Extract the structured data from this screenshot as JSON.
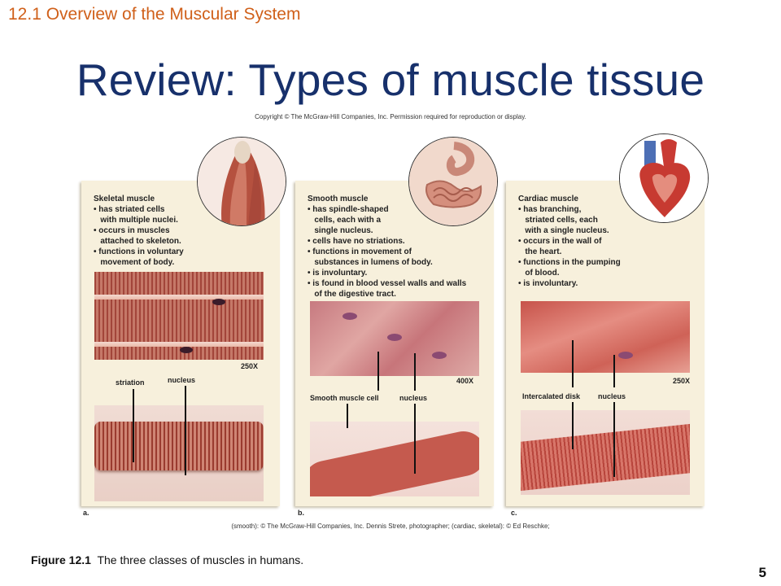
{
  "header": {
    "section": "12.1 Overview of the Muscular System",
    "title": "Review: Types of muscle tissue",
    "copyright": "Copyright © The McGraw-Hill Companies, Inc. Permission required for reproduction or display."
  },
  "panels": {
    "skeletal": {
      "text": "Skeletal muscle\n• has striated cells\n   with multiple nuclei.\n• occurs in muscles\n   attached to skeleton.\n• functions in voluntary\n   movement of body.",
      "magnification": "250X",
      "labels": [
        "striation",
        "nucleus"
      ],
      "letter": "a."
    },
    "smooth": {
      "text": "Smooth muscle\n• has spindle-shaped\n   cells, each with a\n   single nucleus.\n• cells have no striations.\n• functions in movement of\n   substances in lumens of body.\n• is involuntary.\n• is found in blood vessel walls and walls\n   of the digestive tract.",
      "magnification": "400X",
      "labels": [
        "Smooth muscle cell",
        "nucleus"
      ],
      "letter": "b."
    },
    "cardiac": {
      "text": "Cardiac muscle\n• has branching,\n   striated cells, each\n   with a single nucleus.\n• occurs in the wall of\n   the heart.\n• functions in the pumping\n   of blood.\n• is involuntary.",
      "magnification": "250X",
      "labels": [
        "Intercalated disk",
        "nucleus"
      ],
      "letter": "c."
    }
  },
  "credit": "(smooth): © The McGraw-Hill Companies, Inc. Dennis Strete, photographer; (cardiac, skeletal): © Ed Reschke;",
  "caption": {
    "figure": "Figure 12.1",
    "text": "The three classes of muscles in humans."
  },
  "page_number": "5",
  "colors": {
    "section": "#d0601a",
    "title": "#17306b",
    "panel_bg": "#f7f0dc"
  }
}
